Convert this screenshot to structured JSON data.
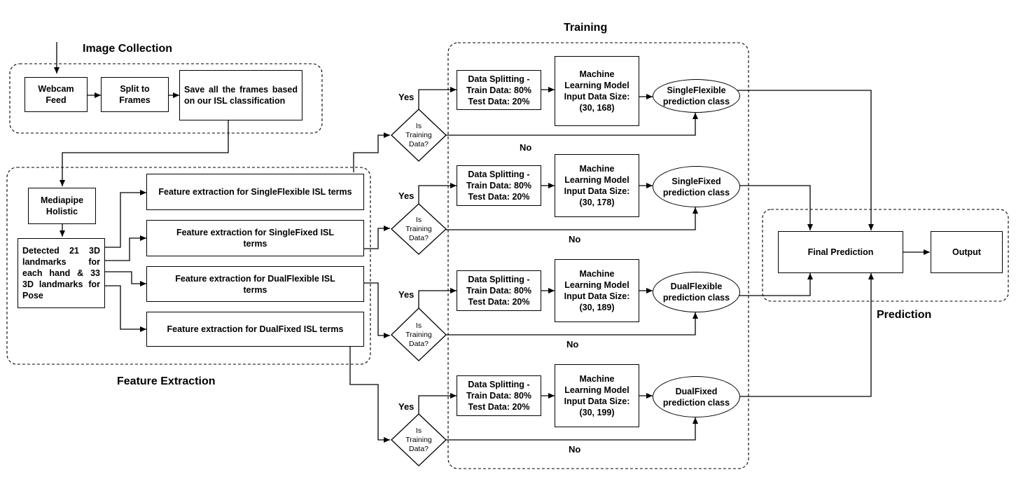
{
  "groups": {
    "image_collection": "Image Collection",
    "feature_extraction": "Feature Extraction",
    "training": "Training",
    "prediction": "Prediction"
  },
  "nodes": {
    "webcam": "Webcam\nFeed",
    "split": "Split to\nFrames",
    "save": "Save all the frames based on our ISL classification",
    "mediapipe": "Mediapipe\nHolistic",
    "detected": "Detected 21 3D landmarks for each hand & 33 3D landmarks for Pose",
    "fe_singleflexible": "Feature extraction for SingleFlexible ISL terms",
    "fe_singlefixed": "Feature extraction for SingleFixed ISL\nterms",
    "fe_dualflexible": "Feature extraction for DualFlexible ISL\nterms",
    "fe_dualfixed": "Feature extraction for DualFixed ISL terms",
    "final_prediction": "Final Prediction",
    "output": "Output"
  },
  "rows": [
    {
      "decision": "Is\nTraining\nData?",
      "yes": "Yes",
      "no": "No",
      "split": "Data Splitting -\nTrain Data: 80%\nTest Data: 20%",
      "model": "Machine\nLearning Model\nInput Data Size:\n(30, 168)",
      "class": "SingleFlexible\nprediction class"
    },
    {
      "decision": "Is\nTraining\nData?",
      "yes": "Yes",
      "no": "No",
      "split": "Data Splitting -\nTrain Data: 80%\nTest Data: 20%",
      "model": "Machine\nLearning Model\nInput Data Size:\n(30, 178)",
      "class": "SingleFixed\nprediction class"
    },
    {
      "decision": "Is\nTraining\nData?",
      "yes": "Yes",
      "no": "No",
      "split": "Data Splitting -\nTrain Data: 80%\nTest Data: 20%",
      "model": "Machine\nLearning Model\nInput Data Size:\n(30, 189)",
      "class": "DualFlexible\nprediction class"
    },
    {
      "decision": "Is\nTraining\nData?",
      "yes": "Yes",
      "no": "No",
      "split": "Data Splitting -\nTrain Data: 80%\nTest Data: 20%",
      "model": "Machine\nLearning Model\nInput Data Size:\n(30, 199)",
      "class": "DualFixed\nprediction class"
    }
  ]
}
